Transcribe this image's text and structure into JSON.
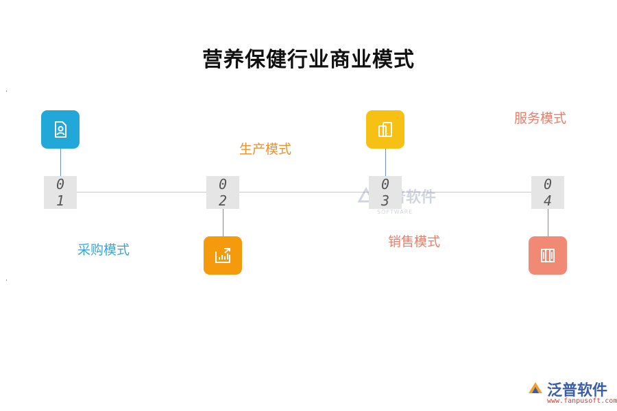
{
  "title": "营养保健行业商业模式",
  "steps": [
    {
      "number": [
        "0",
        "1"
      ],
      "label": "采购模式",
      "label_color": "#3aa7d6",
      "icon": "user-document-icon",
      "icon_color": "#21a8d8"
    },
    {
      "number": [
        "0",
        "2"
      ],
      "label": "生产模式",
      "label_color": "#f0902a",
      "icon": "bar-chart-icon",
      "icon_color": "#f59a0c"
    },
    {
      "number": [
        "0",
        "3"
      ],
      "label": "销售模式",
      "label_color": "#ee7d6a",
      "icon": "devices-icon",
      "icon_color": "#f7c015"
    },
    {
      "number": [
        "0",
        "4"
      ],
      "label": "服务模式",
      "label_color": "#ee7d6a",
      "icon": "book-icon",
      "icon_color": "#f08a74"
    }
  ],
  "watermark": {
    "main": "泛普软件",
    "sub": "FANPU SOFTWARE"
  },
  "logo": {
    "main": "泛普软件",
    "sub": "www.fanpusoft.com"
  }
}
